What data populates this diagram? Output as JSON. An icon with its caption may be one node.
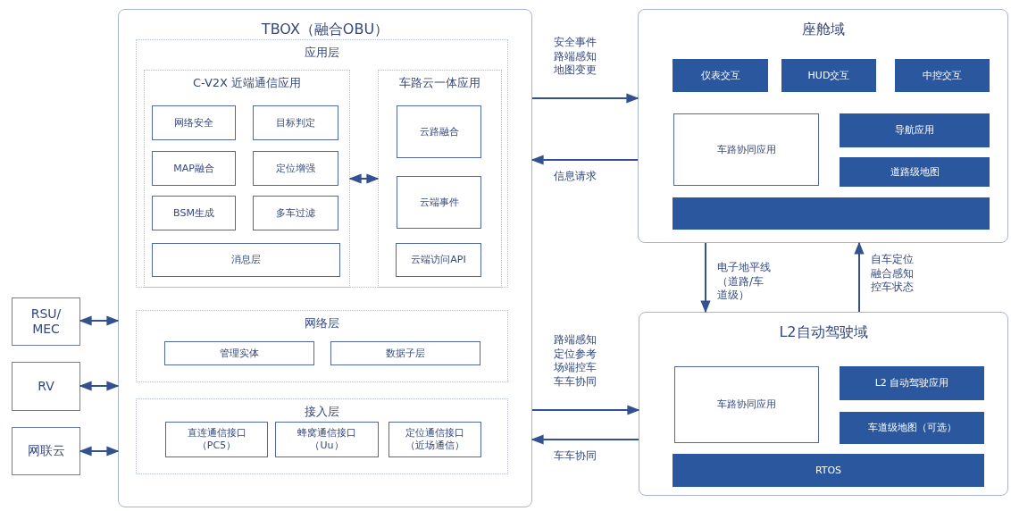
{
  "diagram": {
    "nodes": [
      {
        "text": [
          "TBOX（融合OBU）"
        ]
      },
      {
        "text": [
          "应用层"
        ],
        "in": 0
      },
      {
        "text": [
          "C-V2X 近端通信应用"
        ],
        "in": 1
      },
      {
        "text": [
          "网络安全"
        ],
        "in": 2
      },
      {
        "text": [
          "目标判定"
        ],
        "in": 2
      },
      {
        "text": [
          "MAP融合"
        ],
        "in": 2
      },
      {
        "text": [
          "定位增强"
        ],
        "in": 2
      },
      {
        "text": [
          "BSM生成"
        ],
        "in": 2
      },
      {
        "text": [
          "多车过滤"
        ],
        "in": 2
      },
      {
        "text": [
          "消息层"
        ],
        "in": 2
      },
      {
        "text": [
          "车路云一体应用"
        ],
        "in": 1
      },
      {
        "text": [
          "云路融合"
        ],
        "in": 10
      },
      {
        "text": [
          "云端事件"
        ],
        "in": 10
      },
      {
        "text": [
          "云端访问API"
        ],
        "in": 10
      },
      {
        "text": [
          "网络层"
        ],
        "in": 0
      },
      {
        "text": [
          "管理实体"
        ],
        "in": 14
      },
      {
        "text": [
          "数据子层"
        ],
        "in": 14
      },
      {
        "text": [
          "接入层"
        ],
        "in": 0
      },
      {
        "text": [
          "直连通信接口（PC5）"
        ],
        "in": 17
      },
      {
        "text": [
          "蜂窝通信接口（Uu）"
        ],
        "in": 17
      },
      {
        "text": [
          "定位通信接口（近场通信）"
        ],
        "in": 17
      },
      {
        "text": [
          "RSU/ MEC"
        ]
      },
      {
        "text": [
          "RV"
        ]
      },
      {
        "text": [
          "网联云"
        ]
      },
      {
        "text": [
          "座舱域"
        ]
      },
      {
        "text": [
          "仪表交互"
        ],
        "in": 24
      },
      {
        "text": [
          "HUD交互"
        ],
        "in": 24
      },
      {
        "text": [
          "中控交互"
        ],
        "in": 24
      },
      {
        "text": [
          "车路协同应用"
        ],
        "in": 24
      },
      {
        "text": [
          "导航应用"
        ],
        "in": 24
      },
      {
        "text": [
          "道路级地图"
        ],
        "in": 24
      },
      {
        "text": [],
        "shape": "bar",
        "in": 24
      },
      {
        "text": [
          "L2自动驾驶域"
        ]
      },
      {
        "text": [
          "车路协同应用"
        ],
        "in": 32
      },
      {
        "text": [
          "L2 自动驾驶应用"
        ],
        "in": 32
      },
      {
        "text": [
          "车道级地图（可选）"
        ],
        "in": 32
      },
      {
        "text": [
          "RTOS"
        ],
        "in": 32
      }
    ],
    "edges": [
      {
        "from": 2,
        "to": 10,
        "arrow": "both"
      },
      {
        "from": 21,
        "to": 0,
        "arrow": "both"
      },
      {
        "from": 22,
        "to": 0,
        "arrow": "both"
      },
      {
        "from": 23,
        "to": 0,
        "arrow": "both"
      },
      {
        "from": 0,
        "to": 24,
        "arrow": "to",
        "label": "安全事件路端感知地图变更"
      },
      {
        "from": 24,
        "to": 0,
        "arrow": "to",
        "label": "信息请求"
      },
      {
        "from": 24,
        "to": 32,
        "arrow": "to",
        "label": "电子地平线（道路/车道级）"
      },
      {
        "from": 32,
        "to": 24,
        "arrow": "to",
        "label": "自车定位融合感知控车状态"
      },
      {
        "from": 0,
        "to": 32,
        "arrow": "to",
        "label": "路端感知定位参考场端控车车车协同"
      },
      {
        "from": 32,
        "to": 0,
        "arrow": "to",
        "label": "车车协同"
      }
    ]
  }
}
